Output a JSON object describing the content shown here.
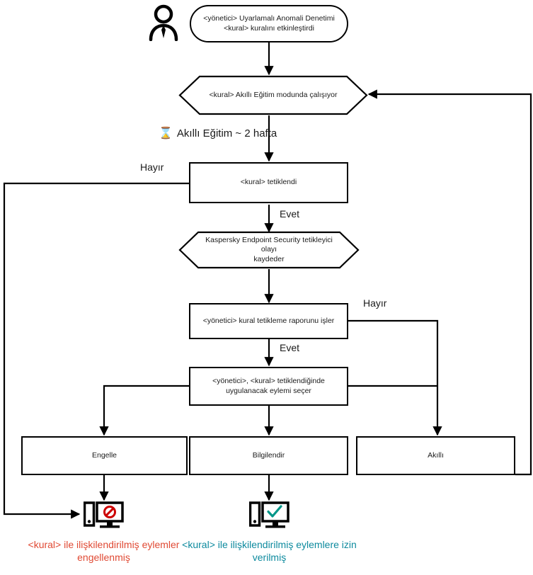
{
  "diagram": {
    "title": "Uyarlamalı Anomali Denetimi kuralı akış şeması",
    "colors": {
      "blocked_text": "#e04a34",
      "allowed_text": "#0d8a9e",
      "stroke": "#000000",
      "background": "#ffffff",
      "blocked_icon": "#cc0000",
      "allowed_icon": "#009688"
    },
    "nodes": {
      "actor": {
        "name": "admin-actor-icon"
      },
      "start": {
        "line1": "<yönetici> Uyarlamalı Anomali Denetimi",
        "line2": "<kural> kuralını etkinleştirdi"
      },
      "smart_training": {
        "label": "<kural> Akıllı Eğitim modunda çalışıyor"
      },
      "rule_triggered": {
        "label": "<kural> tetiklendi"
      },
      "kes_logs_event": {
        "line1": "Kaspersky Endpoint Security tetikleyici olayı",
        "line2": "kaydeder"
      },
      "admin_processes_report": {
        "label": "<yönetici> kural tetikleme raporunu işler"
      },
      "admin_selects_action": {
        "line1": "<yönetici>, <kural> tetiklendiğinde",
        "line2": "uygulanacak eylemi seçer"
      },
      "action_block": {
        "label": "Engelle"
      },
      "action_inform": {
        "label": "Bilgilendir"
      },
      "action_smart": {
        "label": "Akıllı"
      }
    },
    "edge_labels": {
      "timer": "Akıllı Eğitim ~ 2 hafta",
      "timer_icon": "hourglass-icon",
      "no_left": "Hayır",
      "yes_top": "Evet",
      "no_right": "Hayır",
      "yes_bottom": "Evet"
    },
    "outcomes": [
      {
        "icon": "monitor-blocked-icon",
        "line1": "<kural> ile ilişkilendirilmiş eylemler",
        "line2": "engellenmiş",
        "style": "blocked"
      },
      {
        "icon": "monitor-allowed-icon",
        "line1": "<kural> ile ilişkilendirilmiş eylemlere izin",
        "line2": "verilmiş",
        "style": "allowed"
      }
    ]
  }
}
